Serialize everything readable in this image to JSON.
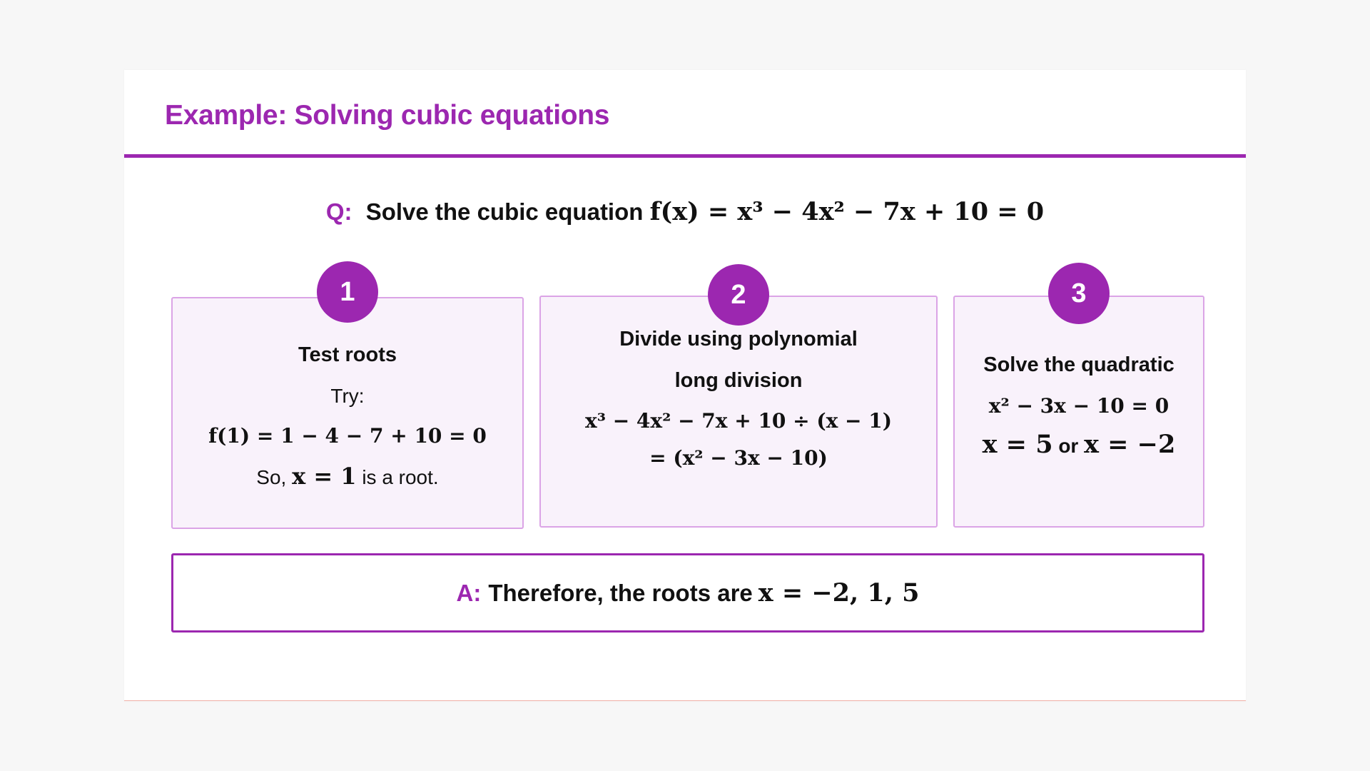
{
  "slide": {
    "title": "Example: Solving cubic equations"
  },
  "question": {
    "prefix": "Q:",
    "text": "Solve the cubic equation",
    "equation": "f(x) = x³ − 4x² − 7x + 10 = 0"
  },
  "steps": [
    {
      "number": "1",
      "heading": "Test roots",
      "intro": "Try:",
      "equation": "f(1) = 1 − 4 − 7 + 10 = 0",
      "conclusion_prefix": "So,",
      "conclusion_math": "x = 1",
      "conclusion_suffix": "is a root."
    },
    {
      "number": "2",
      "heading_line1": "Divide using polynomial",
      "heading_line2": "long division",
      "equation_line1": "x³ − 4x² − 7x + 10 ÷ (x − 1)",
      "equation_line2": "= (x² − 3x − 10)"
    },
    {
      "number": "3",
      "heading": "Solve the quadratic",
      "equation": "x² − 3x − 10 = 0",
      "solution_a": "x = 5",
      "solution_or": "or",
      "solution_b": "x = −2"
    }
  ],
  "answer": {
    "prefix": "A:",
    "text": "Therefore, the roots are",
    "equation": "x = −2, 1, 5"
  },
  "colors": {
    "accent": "#9c27b0",
    "card_background": "#f9f2fb",
    "card_border": "#dba4e6"
  }
}
